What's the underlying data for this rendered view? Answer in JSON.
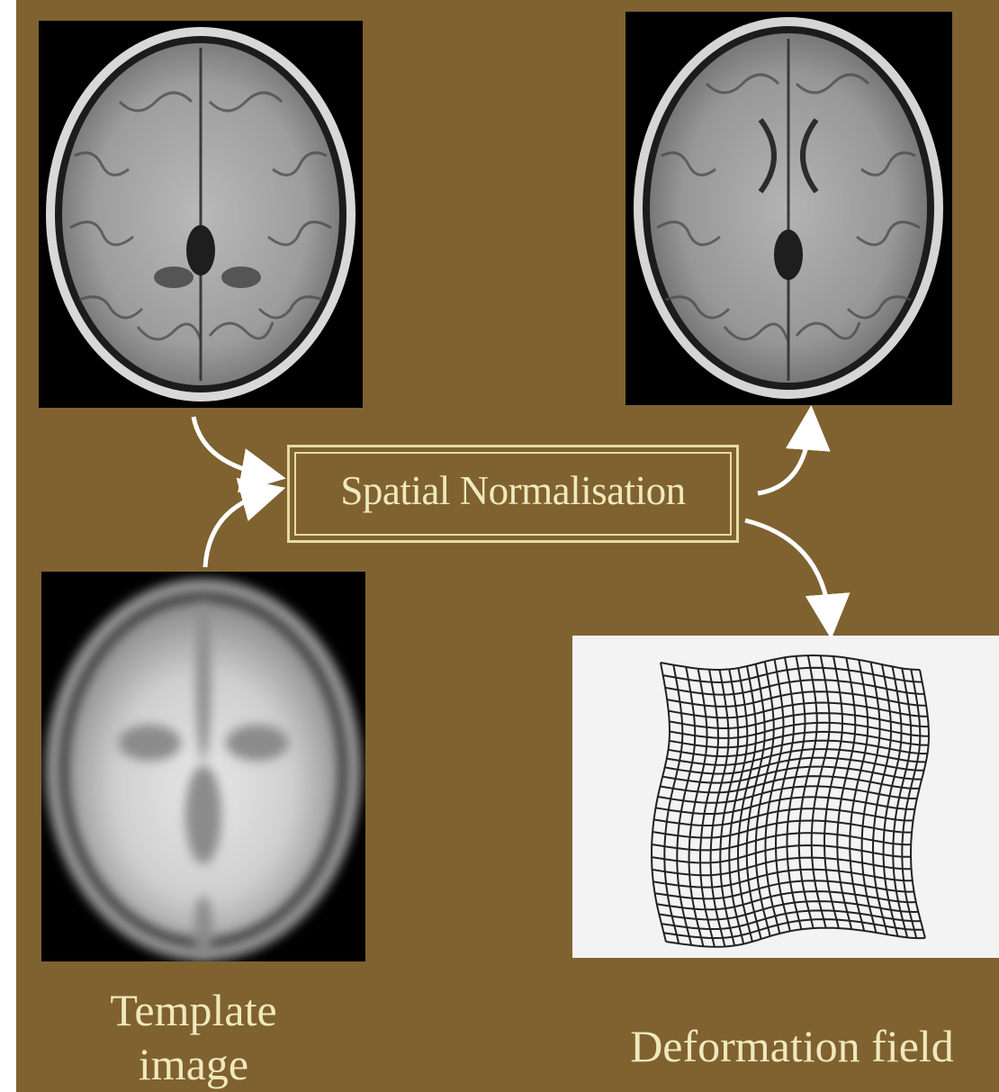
{
  "diagram": {
    "process_label": "Spatial Normalisation",
    "template_caption_line1": "Template",
    "template_caption_line2": "image",
    "deformation_caption": "Deformation field"
  },
  "colors": {
    "background": "#7f6230",
    "box_border": "#e4dca3",
    "text": "#f0e8bd",
    "arrow": "#ffffff",
    "deformation_panel": "#f3f3f3"
  },
  "images": [
    {
      "name": "source-mri-icon",
      "description_icon": "brain-axial-mri"
    },
    {
      "name": "normalised-mri-icon",
      "description_icon": "brain-axial-mri"
    },
    {
      "name": "template-mri-icon",
      "description_icon": "brain-axial-blurred-template"
    },
    {
      "name": "deformation-grid-icon",
      "description_icon": "warped-grid"
    }
  ]
}
